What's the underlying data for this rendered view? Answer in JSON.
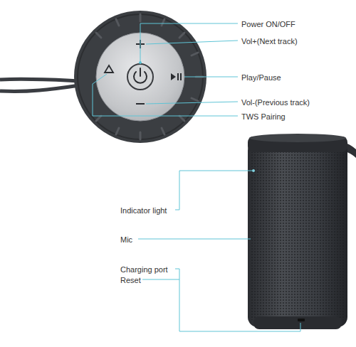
{
  "diagram": {
    "labels": [
      "Power ON/OFF",
      "Vol+(Next track)",
      "Play/Pause",
      "Vol-(Previous track)",
      "TWS Pairing",
      "Indicator light",
      "Mic",
      "Charging port",
      "Reset"
    ]
  }
}
